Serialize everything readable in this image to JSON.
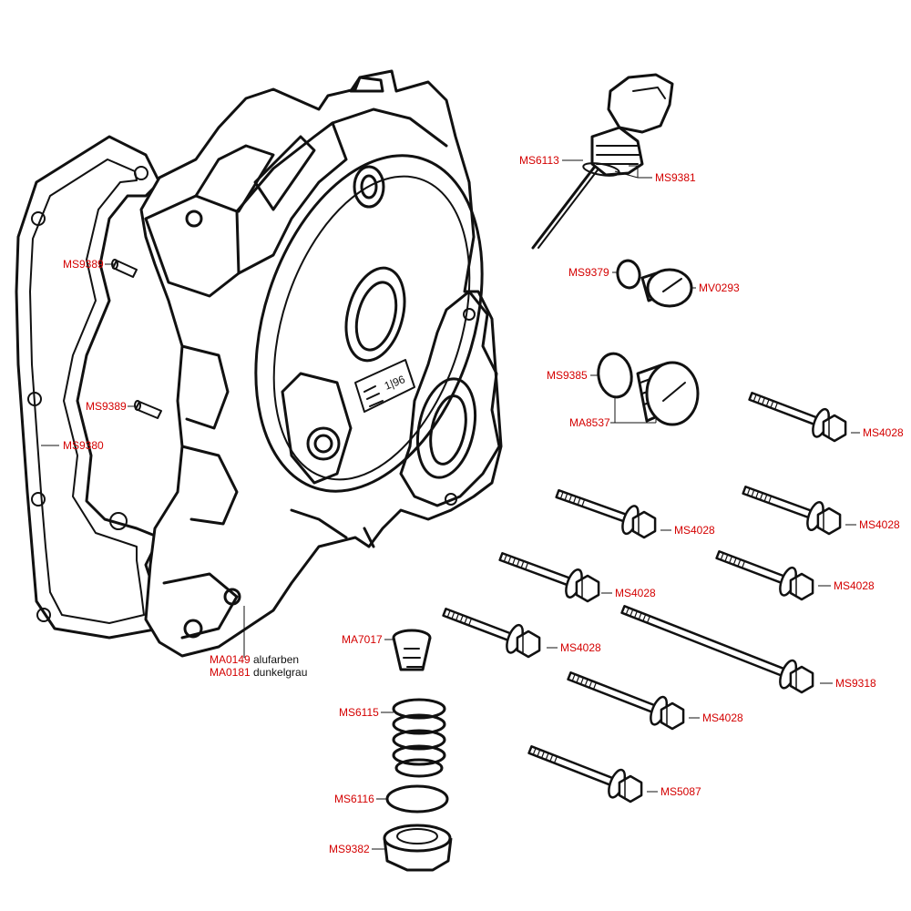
{
  "labels": {
    "ms6113": "MS6113",
    "ms9381": "MS9381",
    "ms9379": "MS9379",
    "mv0293": "MV0293",
    "ms9385": "MS9385",
    "ma8537": "MA8537",
    "ms9389_top": "MS9389",
    "ms9389_mid": "MS9389",
    "ms9380": "MS9380",
    "ma0149": "MA0149",
    "ma0149_note": "alufarben",
    "ma0181": "MA0181",
    "ma0181_note": "dunkelgrau",
    "ma7017": "MA7017",
    "ms6115": "MS6115",
    "ms6116": "MS6116",
    "ms9382": "MS9382",
    "ms4028_a": "MS4028",
    "ms4028_b": "MS4028",
    "ms4028_c": "MS4028",
    "ms4028_d": "MS4028",
    "ms4028_e": "MS4028",
    "ms4028_f": "MS4028",
    "ms4028_g": "MS4028",
    "ms9318": "MS9318",
    "ms5087": "MS5087"
  },
  "cover_text": "1|96",
  "colors": {
    "label": "#d40000",
    "line": "#111111"
  }
}
